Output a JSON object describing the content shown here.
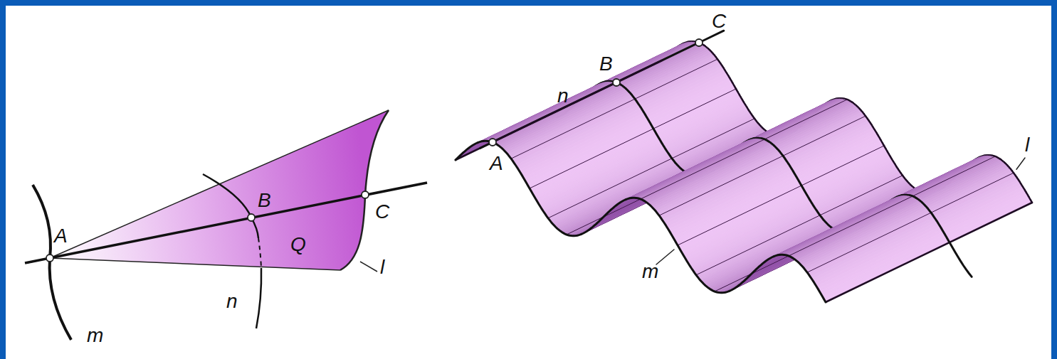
{
  "diagram": {
    "labels": [
      "A",
      "B",
      "C",
      "Q",
      "l",
      "m",
      "n",
      "n",
      "C",
      "B",
      "A",
      "l",
      "m"
    ]
  }
}
